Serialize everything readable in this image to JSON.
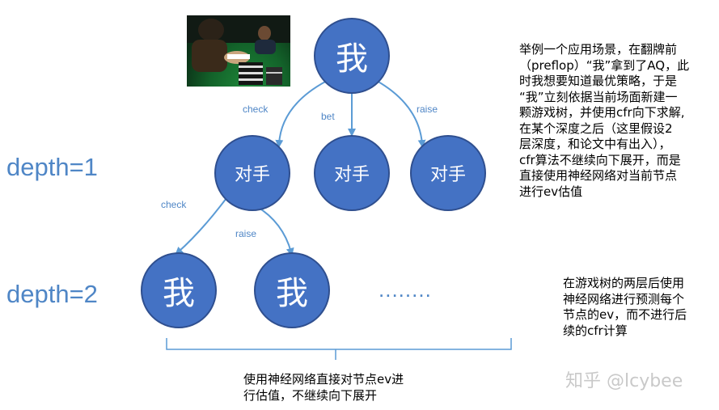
{
  "tree": {
    "root": {
      "label": "我"
    },
    "level1": [
      {
        "label": "对手",
        "edge": "check"
      },
      {
        "label": "对手",
        "edge": "bet"
      },
      {
        "label": "对手",
        "edge": "raise"
      }
    ],
    "level2": [
      {
        "label": "我",
        "edge": "check"
      },
      {
        "label": "我",
        "edge": "raise"
      }
    ],
    "ellipsis": "........"
  },
  "depth_labels": {
    "d1": "depth=1",
    "d2": "depth=2"
  },
  "notes": {
    "top_right": "举例一个应用场景，在翻牌前\n（preflop）“我”拿到了AQ，此\n时我想要知道最优策略，于是\n“我”立刻依据当前场面新建一\n颗游戏树，并使用cfr向下求解,\n在某个深度之后（这里假设2\n层深度，和论文中有出入），\ncfr算法不继续向下展开，而是\n直接使用神经网络对当前节点\n进行ev估值",
    "middle_right": "在游戏树的两层后使用\n神经网络进行预测每个\n节点的ev，而不进行后\n续的cfr计算",
    "bottom": "使用神经网络直接对节点ev进\n行估值，不继续向下展开"
  },
  "watermark": "知乎 @lcybee",
  "colors": {
    "node_fill": "#4472c4",
    "edge": "#5b9bd5",
    "label": "#4f86c6"
  }
}
